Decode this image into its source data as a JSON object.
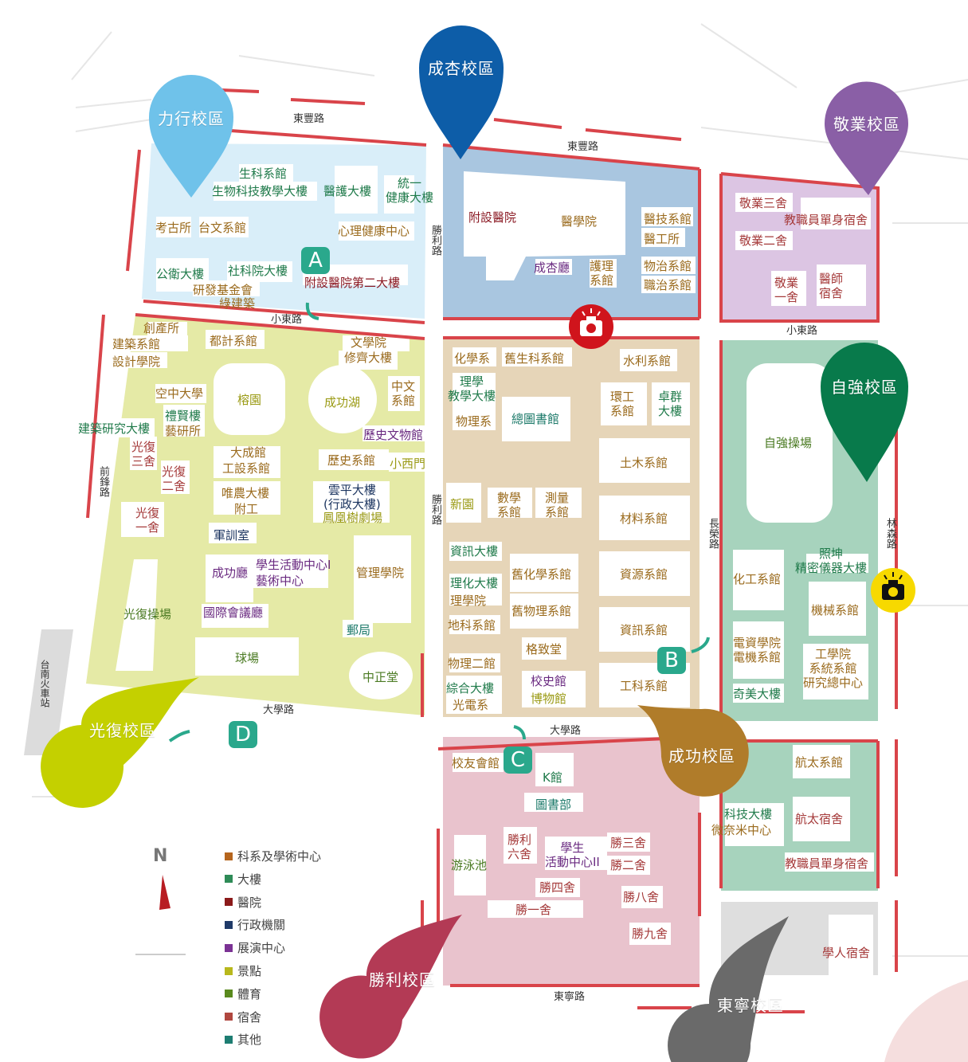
{
  "campuses": {
    "lihsing": "力行校區",
    "chenghsing": "成杏校區",
    "chingyeh": "敬業校區",
    "tzuchiang": "自強校區",
    "kuangfu": "光復校區",
    "chengkung": "成功校區",
    "shengli": "勝利校區",
    "tungning": "東寧校區"
  },
  "roads": {
    "dongfeng_west": "東豐路",
    "dongfeng_east": "東豐路",
    "xiaodong_west": "小東路",
    "xiaodong_east": "小東路",
    "shengli_north": "勝利路",
    "shengli_mid": "勝利路",
    "qianfeng": "前鋒路",
    "daxue_west": "大學路",
    "daxue_east": "大學路",
    "changrong": "長榮路",
    "linsen": "林森路",
    "dongning": "東寧路",
    "station": "台南火車站"
  },
  "markers": {
    "a": "A",
    "b": "B",
    "c": "C",
    "d": "D"
  },
  "buildings": {
    "lihsing": {
      "life_sci_dept": "生科系館",
      "bio_tech_bldg": "生物科技教學大樓",
      "nursing_bldg": "醫護大樓",
      "unity_health": "統一\n健康大樓",
      "archaeology": "考古所",
      "taiwan_lit": "台文系館",
      "mental_health": "心理健康中心",
      "public_health": "公衛大樓",
      "social_sci": "社科院大樓",
      "hospital_2": "附設醫院第二大樓",
      "research_fund": "研發基金會",
      "green_bldg": "綠建築"
    },
    "chenghsing": {
      "hospital": "附設醫院",
      "medicine": "醫學院",
      "med_tech": "醫技系館",
      "med_eng": "醫工所",
      "chenghsing_hall": "成杏廳",
      "nursing_dept": "護理\n系館",
      "physio": "物治系館",
      "occupational": "職治系館"
    },
    "chingyeh": {
      "chingyeh3": "敬業三舍",
      "staff_dorm": "教職員單身宿舍",
      "chingyeh2": "敬業二舍",
      "chingyeh1": "敬業\n一舍",
      "doctor_dorm": "醫師\n宿舍"
    },
    "kuangfu": {
      "creative": "創產所",
      "arch_dept": "建築系館",
      "design": "設計學院",
      "urban": "都計系館",
      "liberal_arts": "文學院",
      "xiuqi": "修齊大樓",
      "banyan": "榕園",
      "lake": "成功湖",
      "chinese": "中文\n系館",
      "open_univ": "空中大學",
      "lixian": "禮賢樓",
      "art_inst": "藝研所",
      "arch_research": "建築研究大樓",
      "history_museum": "歷史文物館",
      "kuangfu3": "光復\n三舍",
      "kuangfu2": "光復\n二舍",
      "dacheng": "大成館",
      "ind_design": "工設系館",
      "history_dept": "歷史系館",
      "west_gate": "小西門",
      "weinong": "唯農大樓",
      "affil_school": "附工",
      "yunping": "雲平大樓\n(行政大樓)",
      "phoenix": "鳳凰樹劇場",
      "kuangfu1": "光復\n一舍",
      "military": "軍訓室",
      "chenggong_hall": "成功廳",
      "student_center": "學生活動中心I",
      "art_center": "藝術中心",
      "management": "管理學院",
      "kuangfu_field": "光復操場",
      "conference": "國際會議廳",
      "post": "郵局",
      "ballfield": "球場",
      "zhongzheng": "中正堂"
    },
    "chengkung": {
      "chemistry": "化學系",
      "old_bio": "舊生科系館",
      "hydraulic": "水利系館",
      "science_bldg": "理學\n教學大樓",
      "physics": "物理系",
      "library": "總圖書館",
      "env_eng": "環工\n系館",
      "zhuoqun": "卓群\n大樓",
      "civil": "土木系館",
      "new_garden": "新園",
      "math": "數學\n系館",
      "survey": "測量\n系館",
      "materials": "材料系館",
      "info_bldg": "資訊大樓",
      "sci_eng": "理化大樓",
      "sci_college": "理學院",
      "old_chem_eng": "舊化學系館",
      "resources": "資源系館",
      "old_physics": "舊物理系館",
      "earth_sci": "地科系館",
      "cs_dept": "資訊系館",
      "gezhi": "格致堂",
      "physics2": "物理二館",
      "integrated": "綜合大樓",
      "opto": "光電系",
      "school_history": "校史館",
      "museum": "博物館",
      "engineering": "工科系館"
    },
    "tzuchiang": {
      "field": "自強操場",
      "chem_eng": "化工系館",
      "zhaokun": "照坤\n精密儀器大樓",
      "mechanical": "機械系館",
      "eecs": "電資學院\n電機系館",
      "eng_college": "工學院\n系統系館\n研究總中心",
      "qimei": "奇美大樓",
      "aero_dept": "航太系館",
      "sci_tech": "科技大樓",
      "nano": "微奈米中心",
      "aero_dorm": "航太宿舍",
      "staff_dorm2": "教職員單身宿舍"
    },
    "shengli": {
      "alumni": "校友會館",
      "k_hall": "K館",
      "books": "圖書部",
      "pool": "游泳池",
      "shengli6": "勝利\n六舍",
      "student_center2": "學生\n活動中心II",
      "shengli3": "勝三舍",
      "shengli2": "勝二舍",
      "shengli4": "勝四舍",
      "shengli1": "勝一舍",
      "shengli8": "勝八舍",
      "shengli9": "勝九舍"
    },
    "tungning": {
      "scholar_dorm": "學人宿舍"
    }
  },
  "compass": "N",
  "legend": [
    {
      "label": "科系及學術中心",
      "color": "#b5651d"
    },
    {
      "label": "大樓",
      "color": "#2e8b57"
    },
    {
      "label": "醫院",
      "color": "#8b1a1a"
    },
    {
      "label": "行政機關",
      "color": "#1f3a68"
    },
    {
      "label": "展演中心",
      "color": "#7b3294"
    },
    {
      "label": "景點",
      "color": "#b8b81c"
    },
    {
      "label": "體育",
      "color": "#5a8a1e"
    },
    {
      "label": "宿舍",
      "color": "#b0473f"
    },
    {
      "label": "其他",
      "color": "#1d7d72"
    }
  ],
  "colors": {
    "lihsing": "#d9eef9",
    "chenghsing": "#a9c6e0",
    "chingyeh": "#dcc5e3",
    "kuangfu": "#e5eaa6",
    "chengkung": "#e6d5b8",
    "tzuchiang": "#a7d3bd",
    "shengli": "#e9c3cd",
    "tungning": "#dedede",
    "boundary": "#d9444a",
    "marker": "#2aa88c"
  }
}
